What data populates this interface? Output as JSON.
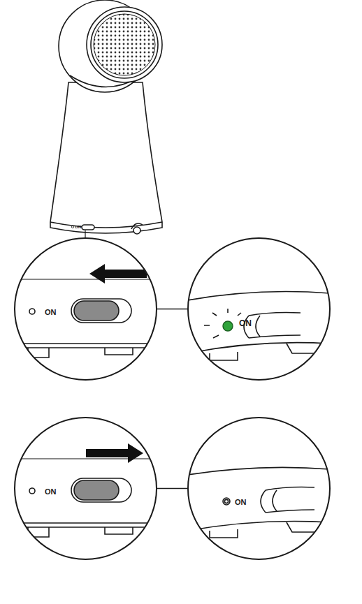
{
  "diagram": {
    "nodes": [
      {
        "text": [
          "ON"
        ]
      },
      {
        "text": [
          "ON"
        ]
      },
      {
        "text": [
          "ON"
        ]
      },
      {
        "text": [
          "ON"
        ]
      }
    ],
    "edges": [
      {
        "from": 0,
        "to": 1,
        "arrow": "none"
      },
      {
        "from": 2,
        "to": 3,
        "arrow": "none"
      }
    ],
    "labels": [
      "ON"
    ]
  }
}
